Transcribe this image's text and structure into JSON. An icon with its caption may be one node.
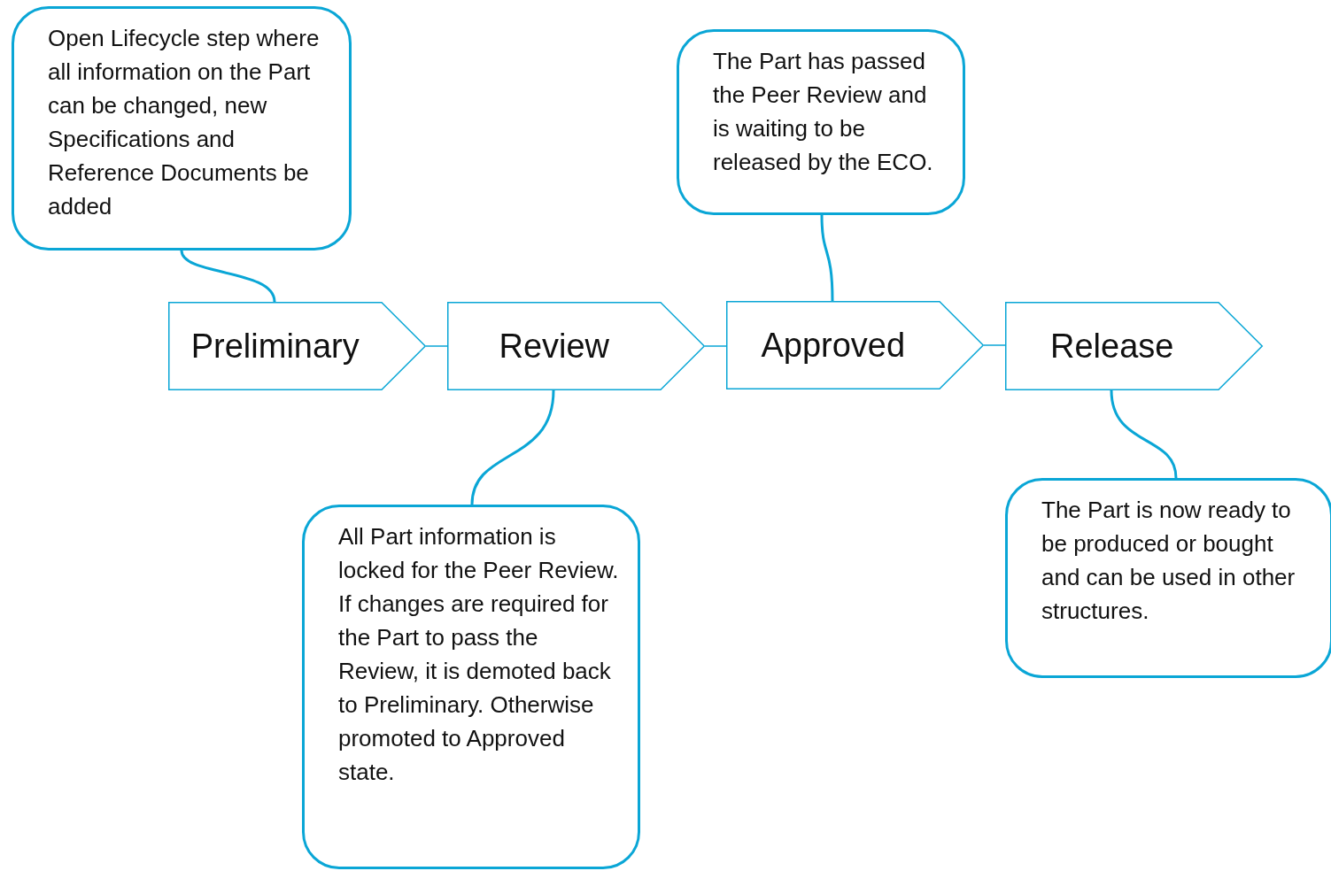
{
  "diagram": {
    "nodes": [
      {
        "text": [
          "Open Lifecycle step where all information on the Part can be changed, new Specifications and Reference Documents be added"
        ]
      },
      {
        "text": [
          "The Part has passed the Peer Review and is waiting to be released by the ECO."
        ]
      },
      {
        "text": [
          "Preliminary"
        ]
      },
      {
        "text": [
          "Review"
        ]
      },
      {
        "text": [
          "Approved"
        ]
      },
      {
        "text": [
          "Release"
        ]
      },
      {
        "text": [
          "All Part information is locked for the Peer Review. If changes are required for the Part to pass the Review, it is demoted back to Preliminary. Otherwise promoted to Approved state."
        ]
      },
      {
        "text": [
          "The Part is now ready to be produced or bought and can be used in other structures."
        ]
      }
    ],
    "edges": [
      {
        "from": 2,
        "to": 3,
        "arrow": "none"
      },
      {
        "from": 3,
        "to": 4,
        "arrow": "none"
      },
      {
        "from": 4,
        "to": 5,
        "arrow": "none"
      },
      {
        "from": 0,
        "to": 2,
        "arrow": "none"
      },
      {
        "from": 1,
        "to": 4,
        "arrow": "none"
      },
      {
        "from": 6,
        "to": 3,
        "arrow": "none"
      },
      {
        "from": 7,
        "to": 5,
        "arrow": "none"
      }
    ]
  }
}
